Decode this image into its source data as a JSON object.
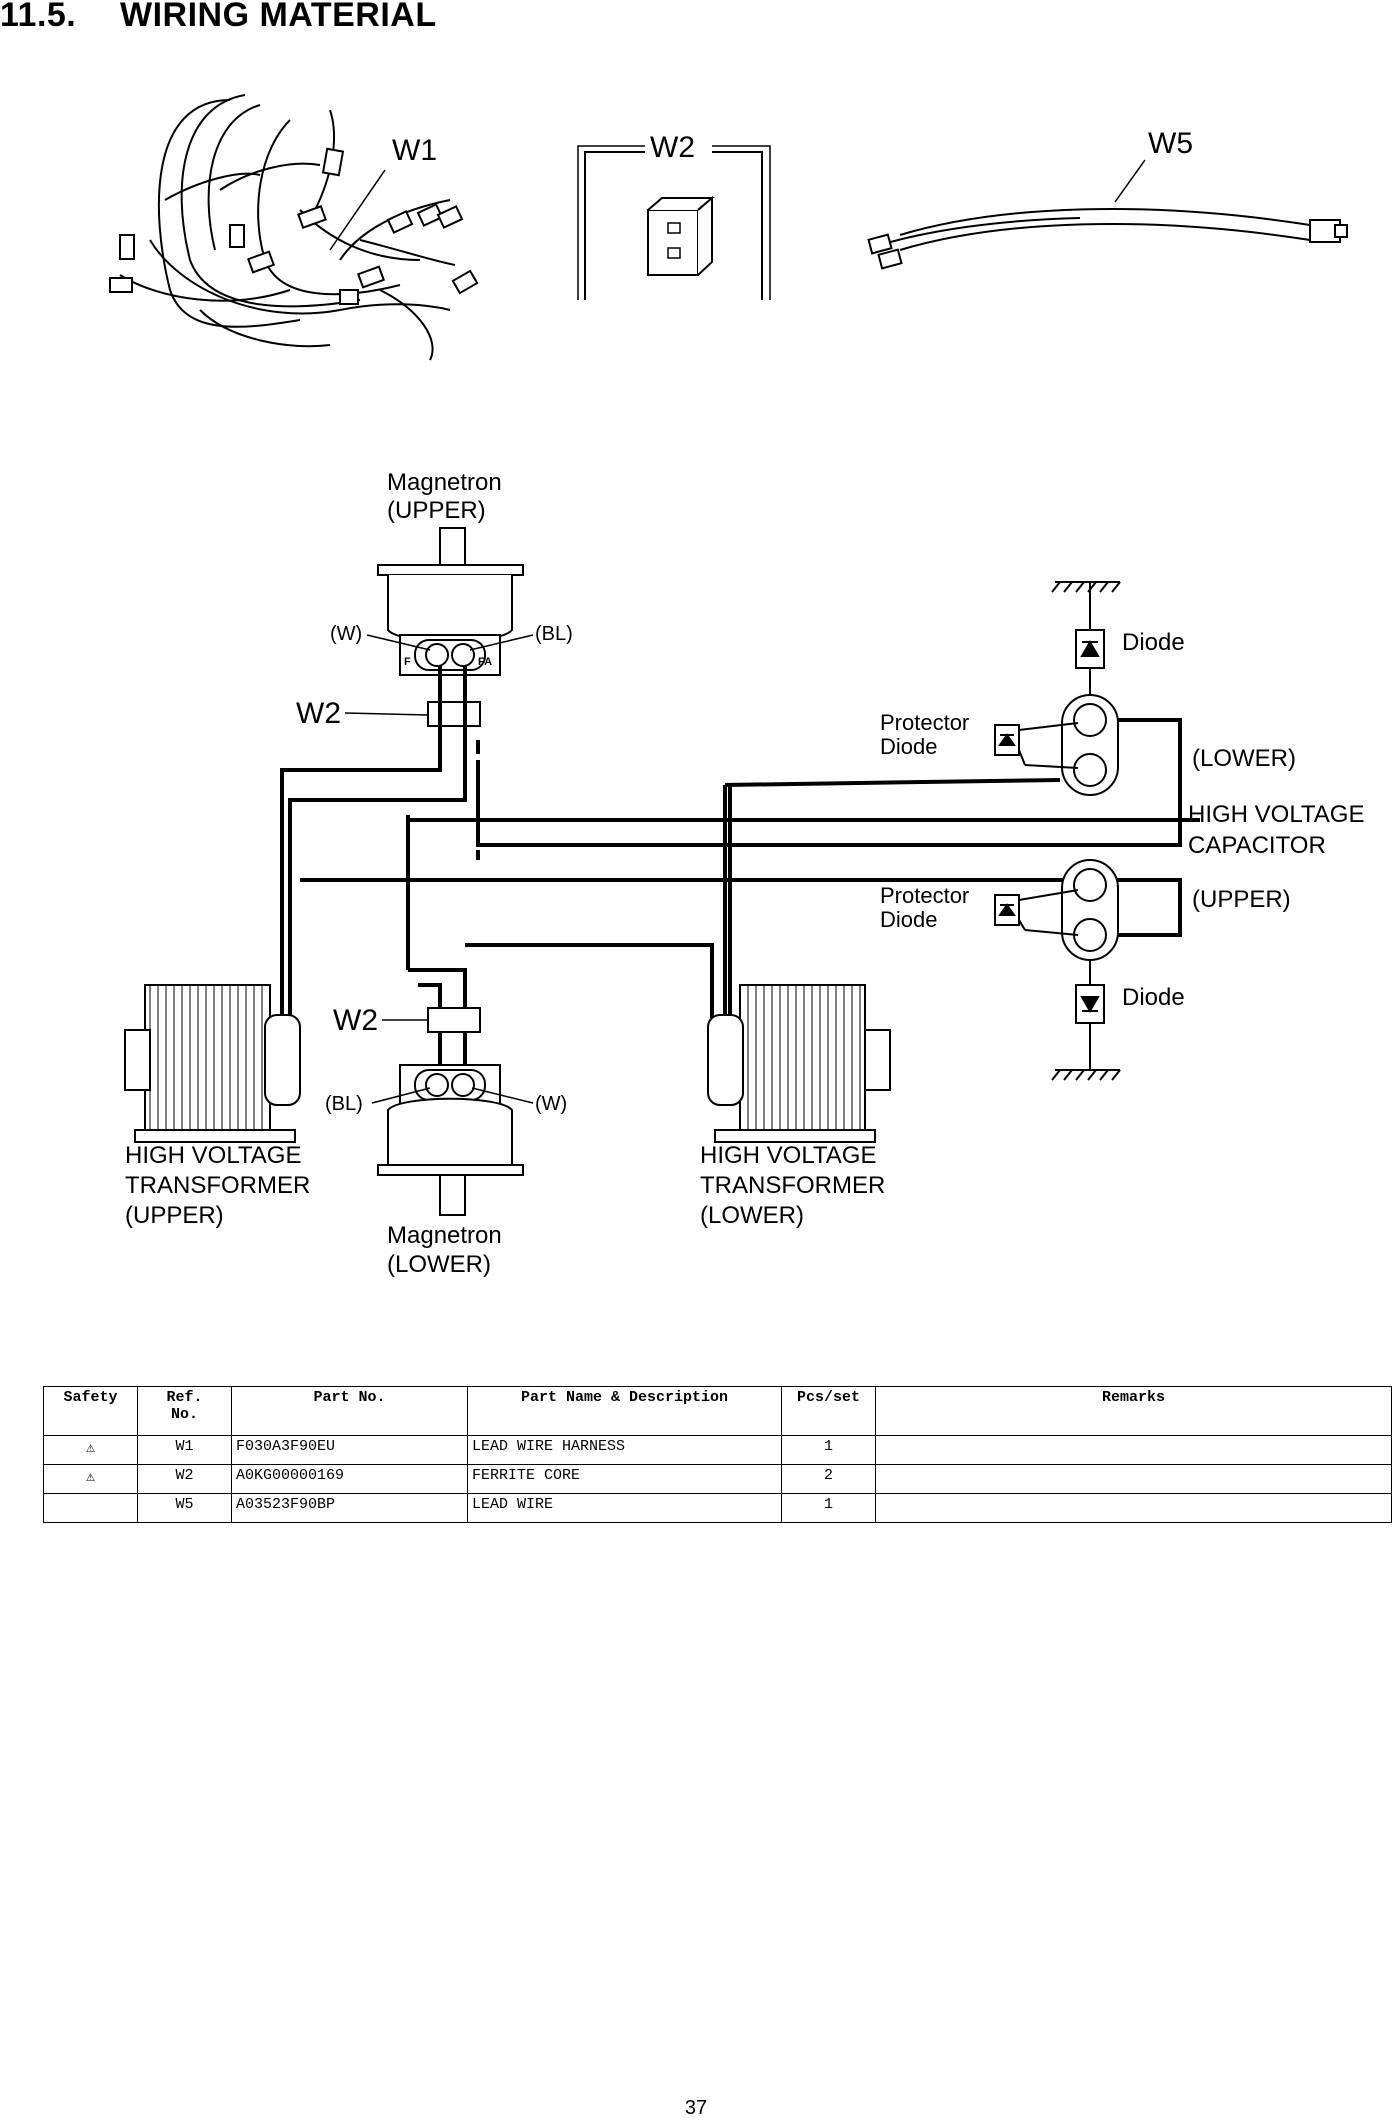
{
  "header": {
    "section_number": "11.5.",
    "section_title": "WIRING MATERIAL"
  },
  "illustrations": {
    "w1_label": "W1",
    "w2_label": "W2",
    "w5_label": "W5"
  },
  "diagram": {
    "magnetron_upper_line1": "Magnetron",
    "magnetron_upper_line2": "(UPPER)",
    "magnetron_lower_line1": "Magnetron",
    "magnetron_lower_line2": "(LOWER)",
    "w_upper": "(W)",
    "bl_upper": "(BL)",
    "bl_lower": "(BL)",
    "w_lower": "(W)",
    "w2_upper": "W2",
    "w2_lower": "W2",
    "diode_top": "Diode",
    "diode_bottom": "Diode",
    "protector_upper_line1": "Protector",
    "protector_upper_line2": "Diode",
    "protector_lower_line1": "Protector",
    "protector_lower_line2": "Diode",
    "cap_lower": "(LOWER)",
    "cap_title_line1": "HIGH VOLTAGE",
    "cap_title_line2": "CAPACITOR",
    "cap_upper": "(UPPER)",
    "hvt_upper_line1": "HIGH VOLTAGE",
    "hvt_upper_line2": "TRANSFORMER",
    "hvt_upper_line3": "(UPPER)",
    "hvt_lower_line1": "HIGH VOLTAGE",
    "hvt_lower_line2": "TRANSFORMER",
    "hvt_lower_line3": "(LOWER)",
    "term_f": "F",
    "term_fa": "FA"
  },
  "table": {
    "headers": {
      "safety": "Safety",
      "ref_line1": "Ref.",
      "ref_line2": "No.",
      "part_no": "Part No.",
      "name": "Part Name & Description",
      "pcs": "Pcs/set",
      "remarks": "Remarks"
    },
    "rows": [
      {
        "safety": "⚠",
        "ref": "W1",
        "part_no": "F030A3F90EU",
        "name": "LEAD WIRE HARNESS",
        "pcs": "1",
        "remarks": ""
      },
      {
        "safety": "⚠",
        "ref": "W2",
        "part_no": "A0KG00000169",
        "name": "FERRITE CORE",
        "pcs": "2",
        "remarks": ""
      },
      {
        "safety": "",
        "ref": "W5",
        "part_no": "A03523F90BP",
        "name": "LEAD WIRE",
        "pcs": "1",
        "remarks": ""
      }
    ]
  },
  "footer": {
    "page_number": "37"
  }
}
